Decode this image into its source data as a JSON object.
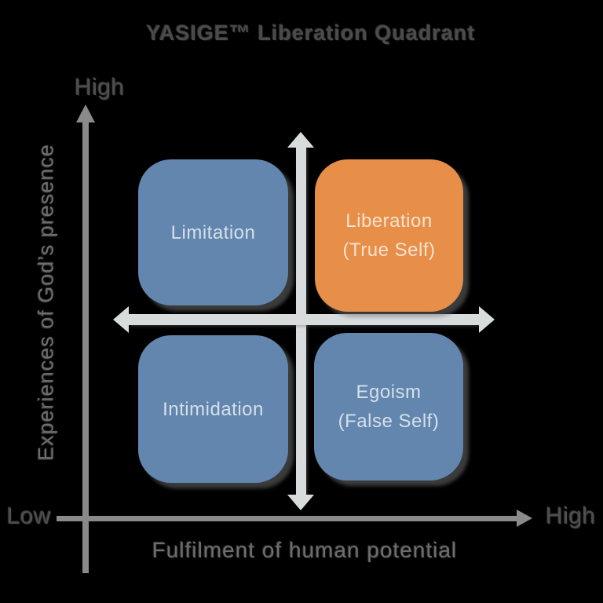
{
  "title": "YASIGE™ Liberation Quadrant",
  "axes": {
    "y": {
      "title": "Experiences of God’s presence",
      "top_label": "High",
      "bottom_label": "Low"
    },
    "x": {
      "title": "Fulfilment of human potential",
      "right_label": "High"
    }
  },
  "quadrants": {
    "top_left": {
      "label": "Limitation"
    },
    "top_right": {
      "label": "Liberation",
      "sublabel": "(True Self)"
    },
    "bottom_left": {
      "label": "Intimidation"
    },
    "bottom_right": {
      "label": "Egoism",
      "sublabel": "(False Self)"
    }
  },
  "colors": {
    "background": "#000000",
    "quadrant_blue": "#6286ae",
    "quadrant_orange": "#e78f48",
    "cross_arrow_gray": "#d9dcdd",
    "axis_gray": "#8a8a8a",
    "title_text": "#4b4b4b",
    "axis_title_text": "#6e6e6e",
    "box_text": "rgba(255,255,255,0.74)"
  }
}
